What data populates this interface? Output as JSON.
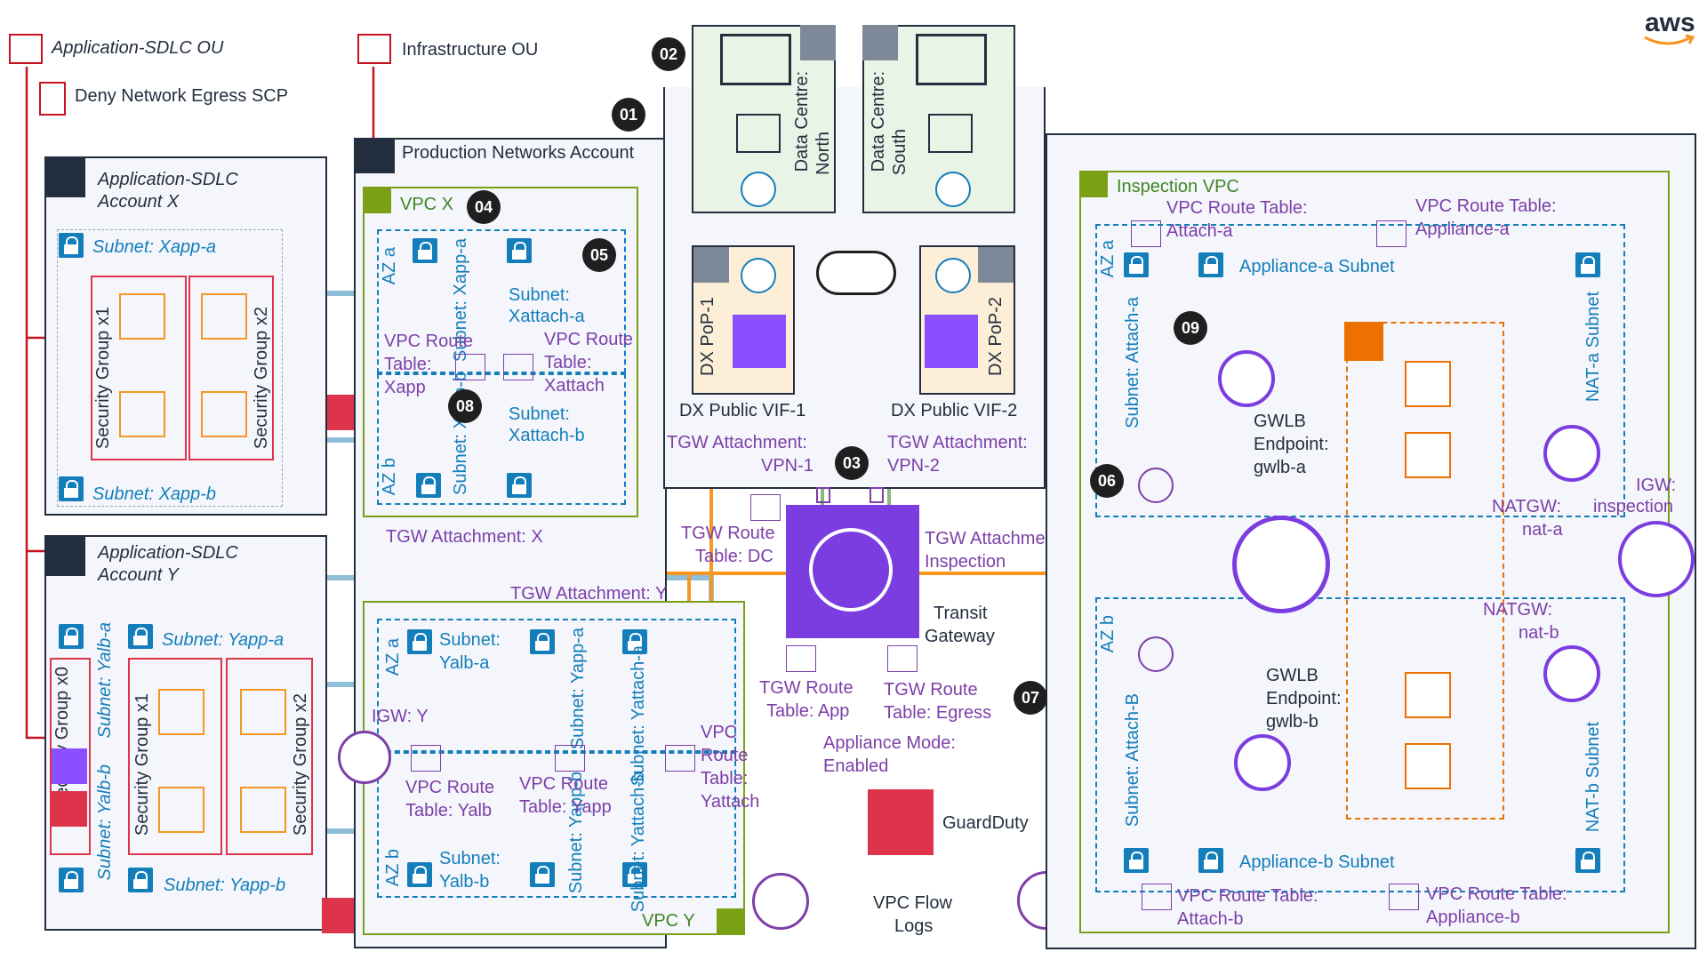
{
  "brand": {
    "logo_text": "aws"
  },
  "colors": {
    "subnet_blue": "#147eba",
    "vpc_green": "#7aa116",
    "purple": "#8c4fff",
    "tgw": "#7b3de0",
    "orange": "#f79621",
    "red": "#dd344c",
    "account_navy": "#232f3e",
    "dc_green": "#e9f3e6"
  },
  "org": {
    "app_ou": "Application-SDLC OU",
    "scp": "Deny Network Egress SCP",
    "infra_ou": "Infrastructure OU"
  },
  "account_x": {
    "title_line1": "Application-SDLC",
    "title_line2": "Account X",
    "subnet_a": "Subnet: Xapp-a",
    "subnet_b": "Subnet: Xapp-b",
    "sg1": "Security Group x1",
    "sg2": "Security Group x2"
  },
  "account_y": {
    "title_line1": "Application-SDLC",
    "title_line2": "Account Y",
    "subnet_yapp_a": "Subnet: Yapp-a",
    "subnet_yapp_b": "Subnet: Yapp-b",
    "subnet_yalb_a": "Subnet: Yalb-a",
    "subnet_yalb_b": "Subnet: Yalb-b",
    "sg0": "Security Group x0",
    "sg1": "Security Group x1",
    "sg2": "Security Group x2"
  },
  "prod": {
    "title": "Production Networks Account",
    "vpc_x": "VPC X",
    "vpc_y": "VPC Y",
    "az_a": "AZ a",
    "az_b": "AZ b",
    "x_sub_xapp_a": "Subnet: Xapp-a",
    "x_sub_xapp_b": "Subnet: Xapp-b",
    "x_sub_xattach_a_1": "Subnet:",
    "x_sub_xattach_a_2": "Xattach-a",
    "x_sub_xattach_b_1": "Subnet:",
    "x_sub_xattach_b_2": "Xattach-b",
    "x_rt_xapp": [
      "VPC Route",
      "Table:",
      "Xapp"
    ],
    "x_rt_xattach": [
      "VPC Route",
      "Table:",
      "Xattach"
    ],
    "tgw_att_x": "TGW Attachment: X",
    "tgw_att_y": "TGW Attachment: Y",
    "y_sub_yalb_a_1": "Subnet:",
    "y_sub_yalb_a_2": "Yalb-a",
    "y_sub_yalb_b_1": "Subnet:",
    "y_sub_yalb_b_2": "Yalb-b",
    "y_sub_yapp_a": "Subnet: Yapp-a",
    "y_sub_yapp_b": "Subnet: Yapp-b",
    "y_sub_yattach_a": "Subnet: Yattach-a",
    "y_sub_yattach_b": "Subnet: Yattach-b",
    "igw_y": "IGW: Y",
    "rt_yalb": [
      "VPC Route",
      "Table: Yalb"
    ],
    "rt_yapp": [
      "VPC Route",
      "Table: Yapp"
    ],
    "rt_yattach": [
      "VPC",
      "Route",
      "Table:",
      "Yattach"
    ]
  },
  "dc": {
    "north": [
      "Data Centre:",
      "North"
    ],
    "south": [
      "Data Centre:",
      "South"
    ],
    "pop1": "DX PoP-1",
    "pop2": "DX PoP-2",
    "vif1": "DX Public VIF-1",
    "vif2": "DX Public VIF-2",
    "tgw_vpn1": [
      "TGW Attachment:",
      "VPN-1"
    ],
    "tgw_vpn2": [
      "TGW Attachment:",
      "VPN-2"
    ]
  },
  "tgw": {
    "rt_dc": [
      "TGW Route",
      "Table: DC"
    ],
    "att_inspection": [
      "TGW Attachment:",
      "Inspection"
    ],
    "name": [
      "Transit",
      "Gateway"
    ],
    "rt_app": [
      "TGW Route",
      "Table: App"
    ],
    "rt_egress": [
      "TGW Route",
      "Table: Egress"
    ],
    "appliance_mode": [
      "Appliance Mode:",
      "Enabled"
    ],
    "guardduty": "GuardDuty",
    "flow_logs": [
      "VPC Flow",
      "Logs"
    ]
  },
  "inspection": {
    "title": "Inspection VPC",
    "rt_attach_a": [
      "VPC Route Table:",
      "Attach-a"
    ],
    "rt_appliance_a": [
      "VPC Route Table:",
      "Appliance-a"
    ],
    "rt_attach_b": [
      "VPC Route Table:",
      "Attach-b"
    ],
    "rt_appliance_b": [
      "VPC Route Table:",
      "Appliance-b"
    ],
    "az_a": "AZ a",
    "az_b": "AZ b",
    "sub_attach_a": "Subnet: Attach-a",
    "sub_attach_b": "Subnet: Attach-B",
    "appliance_a": "Appliance-a Subnet",
    "appliance_b": "Appliance-b Subnet",
    "nat_a_subnet": "NAT-a Subnet",
    "nat_b_subnet": "NAT-b Subnet",
    "gwlb_a": [
      "GWLB",
      "Endpoint:",
      "gwlb-a"
    ],
    "gwlb_b": [
      "GWLB",
      "Endpoint:",
      "gwlb-b"
    ],
    "natgw_a": [
      "NATGW:",
      "nat-a"
    ],
    "natgw_b": [
      "NATGW:",
      "nat-b"
    ],
    "igw": [
      "IGW:",
      "inspection"
    ]
  },
  "callouts": [
    "01",
    "02",
    "03",
    "04",
    "05",
    "06",
    "07",
    "08",
    "09"
  ]
}
